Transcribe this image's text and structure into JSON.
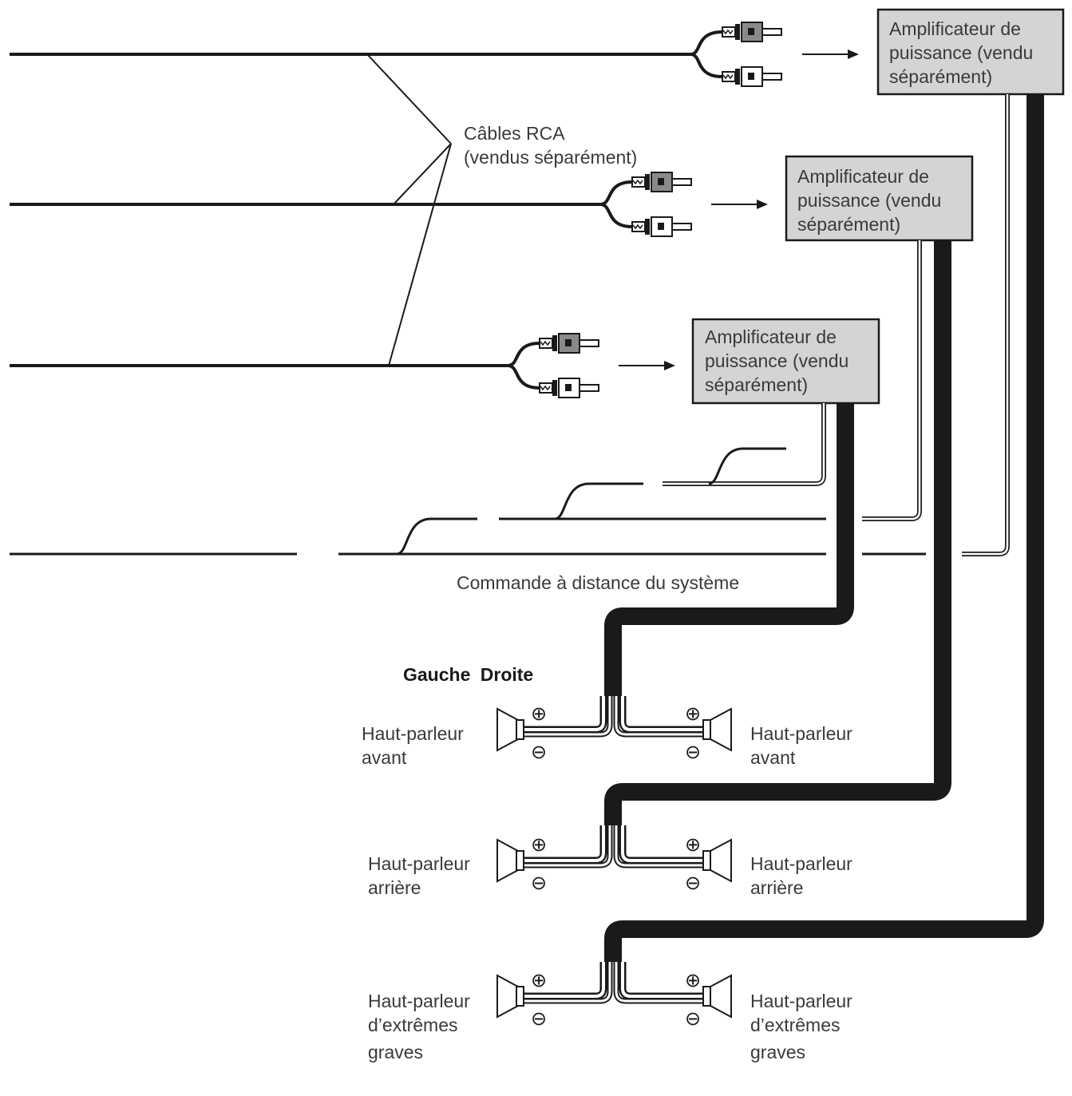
{
  "rca_label": {
    "line1": "Câbles RCA",
    "line2": "(vendus séparément)"
  },
  "amplifiers": [
    {
      "line1": "Amplificateur de",
      "line2": "puissance (vendu",
      "line3": "séparément)"
    },
    {
      "line1": "Amplificateur de",
      "line2": "puissance (vendu",
      "line3": "séparément)"
    },
    {
      "line1": "Amplificateur de",
      "line2": "puissance (vendu",
      "line3": "séparément)"
    }
  ],
  "remote_label": "Commande à distance du système",
  "channel_heading": {
    "left": "Gauche",
    "right": "Droite"
  },
  "speakers": [
    {
      "left": {
        "line1": "Haut-parleur",
        "line2": "avant"
      },
      "right": {
        "line1": "Haut-parleur",
        "line2": "avant"
      }
    },
    {
      "left": {
        "line1": "Haut-parleur",
        "line2": "arrière"
      },
      "right": {
        "line1": "Haut-parleur",
        "line2": "arrière"
      }
    },
    {
      "left": {
        "line1": "Haut-parleur",
        "line2": "d’extrêmes",
        "line3": "graves"
      },
      "right": {
        "line1": "Haut-parleur",
        "line2": "d’extrêmes",
        "line3": "graves"
      }
    }
  ],
  "polarity": {
    "plus": "⊕",
    "minus": "⊖"
  },
  "colors": {
    "amp_fill": "#d4d4d4",
    "wire": "#1a1a1a",
    "plug_dark": "#8a8a8a"
  }
}
